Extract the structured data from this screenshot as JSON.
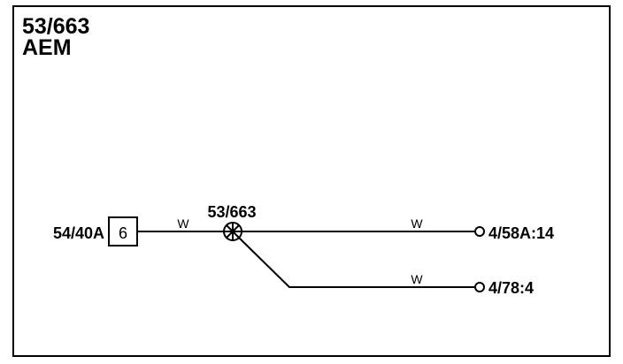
{
  "header": {
    "line1": "53/663",
    "line2": "AEM"
  },
  "connector_left": {
    "label": "54/40A",
    "pin": "6"
  },
  "splice": {
    "label": "53/663"
  },
  "wires": [
    {
      "color_code": "W"
    },
    {
      "color_code": "W"
    },
    {
      "color_code": "W"
    }
  ],
  "terminals": [
    {
      "label": "4/58A:14"
    },
    {
      "label": "4/78:4"
    }
  ]
}
